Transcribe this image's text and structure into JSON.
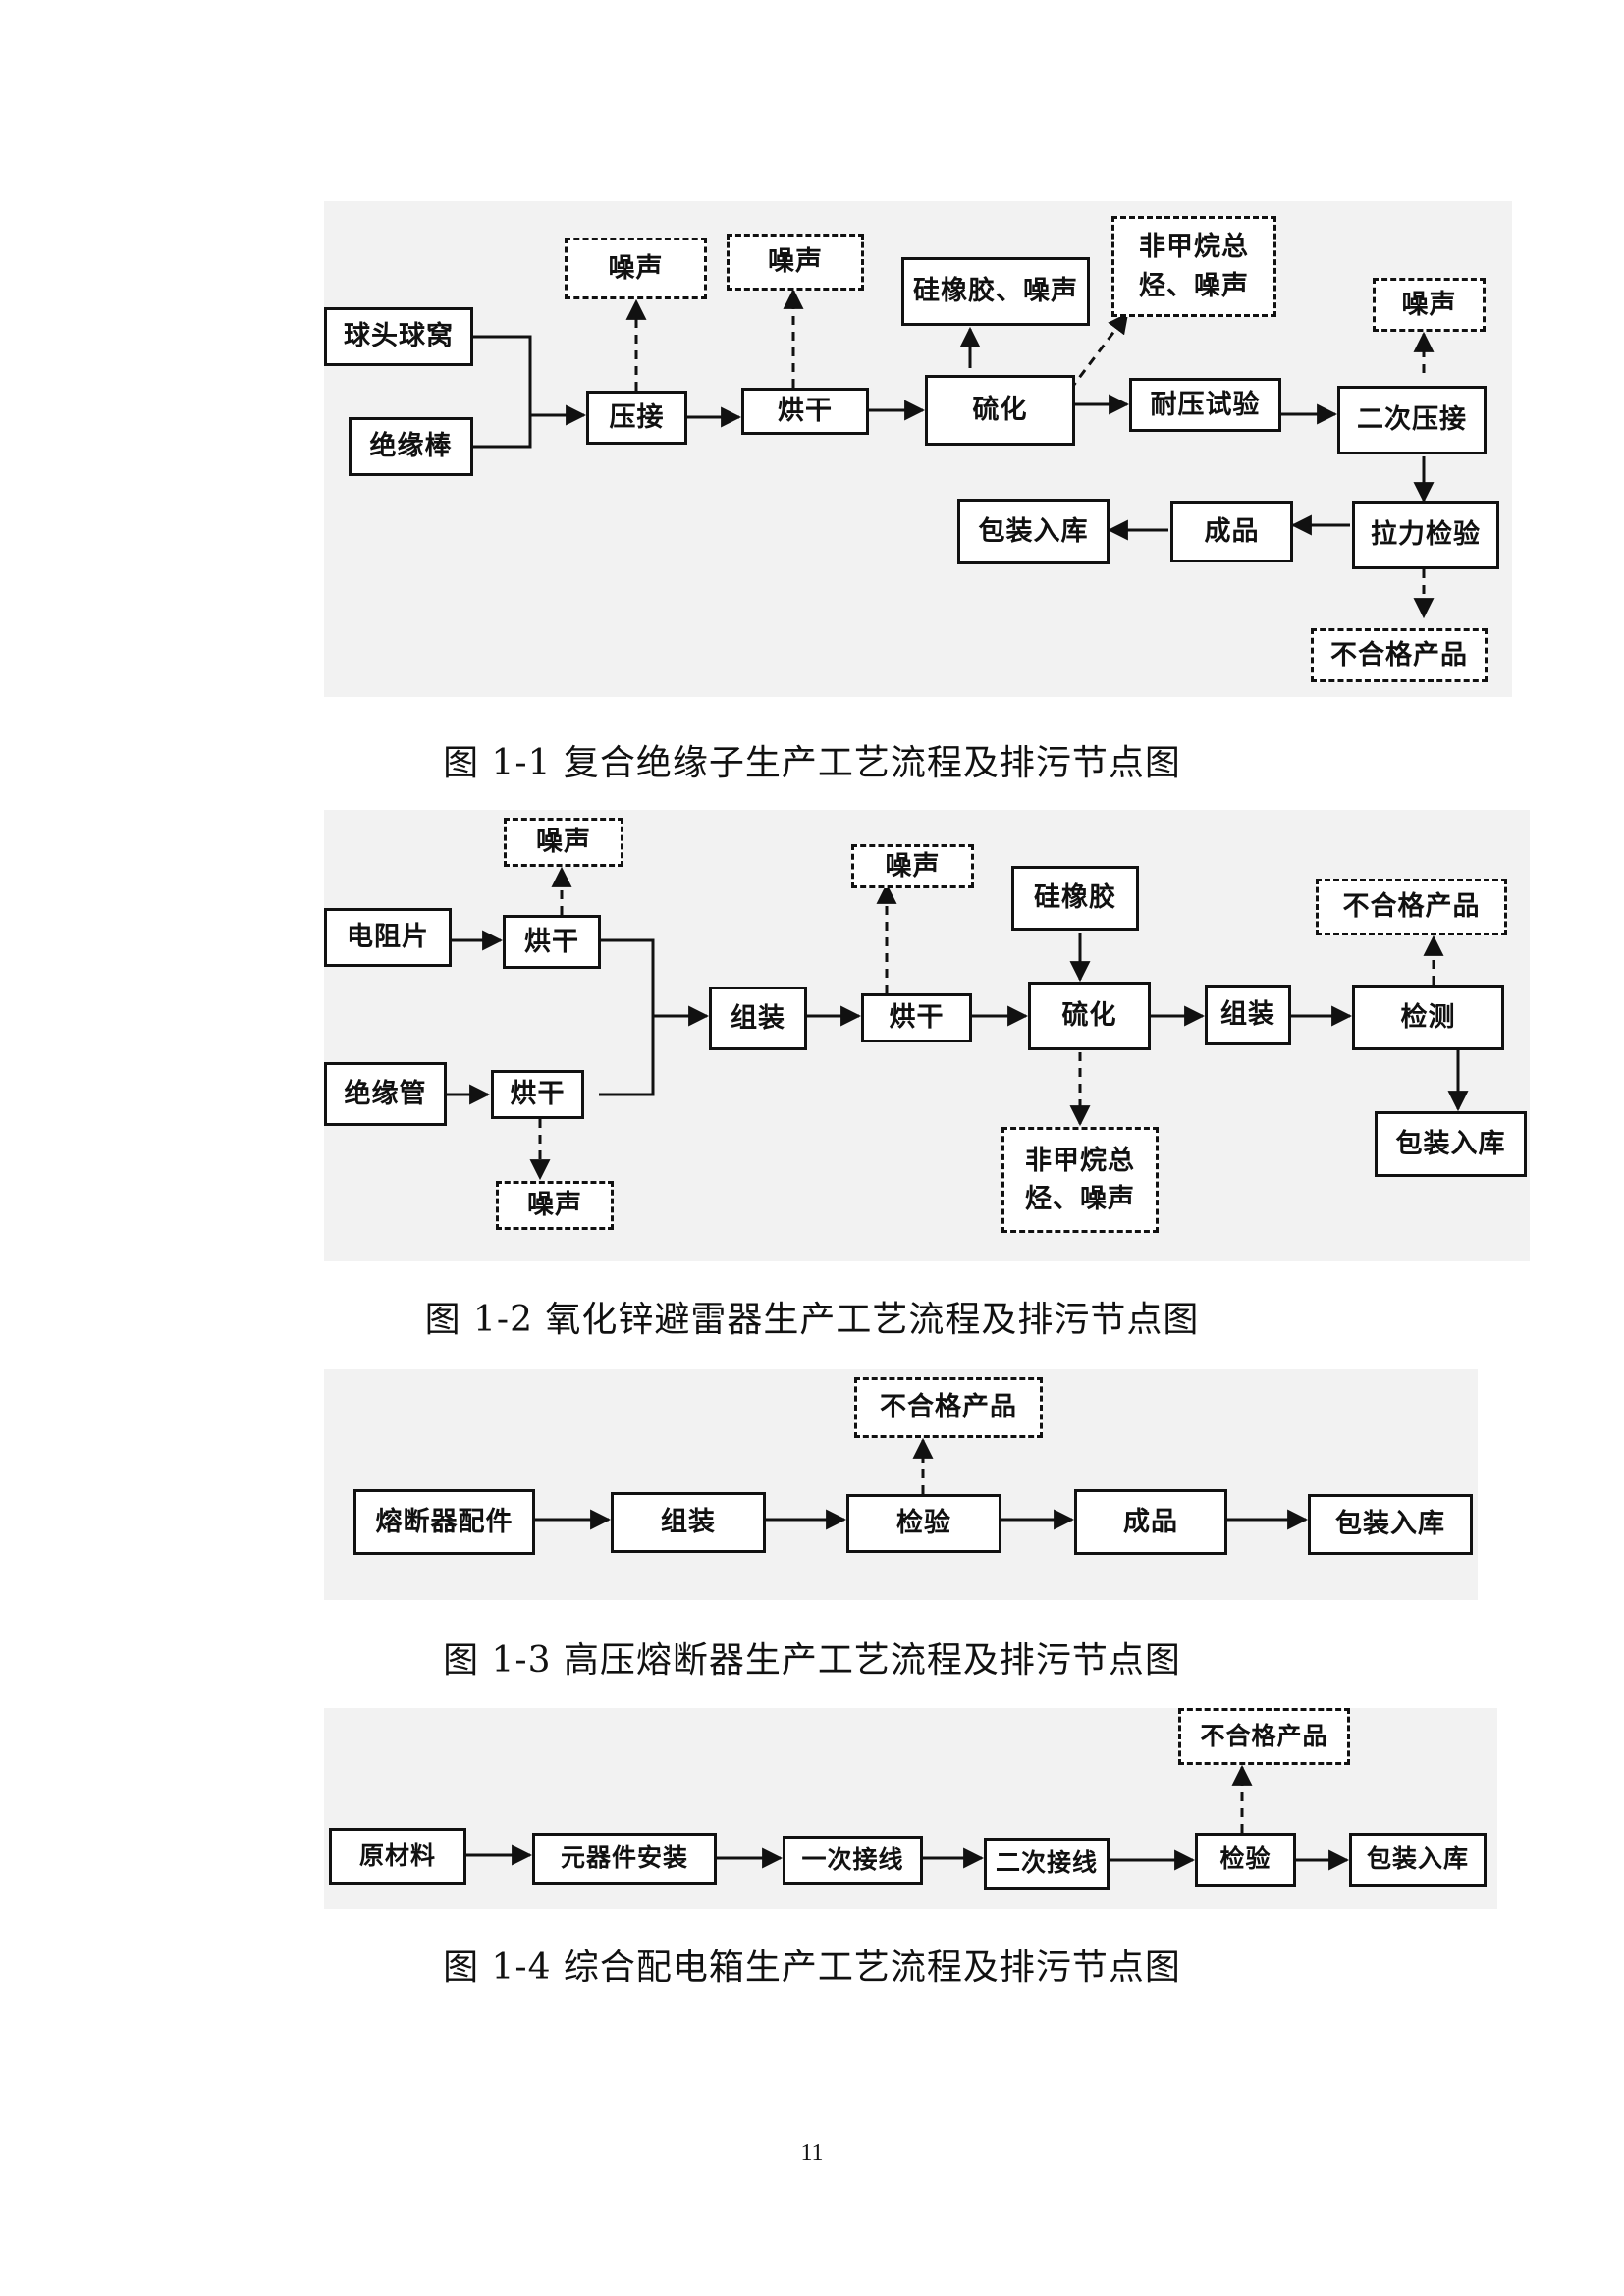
{
  "fig1": {
    "raw1": "球头球窝",
    "raw2": "绝缘棒",
    "press": "压接",
    "dry": "烘干",
    "cure": "硫化",
    "hv_test": "耐压试验",
    "press2": "二次压接",
    "tensile": "拉力检验",
    "product": "成品",
    "pack": "包装入库",
    "noise_press": "噪声",
    "noise_dry": "噪声",
    "rubber_noise": "硅橡胶、噪声",
    "nmhc_noise_l1": "非甲烷总",
    "nmhc_noise_l2": "烃、噪声",
    "noise_press2": "噪声",
    "reject": "不合格产品",
    "caption": "图 1-1  复合绝缘子生产工艺流程及排污节点图"
  },
  "fig2": {
    "raw1": "电阻片",
    "raw2": "绝缘管",
    "dry1": "烘干",
    "dry2": "烘干",
    "assemble1": "组装",
    "dry3": "烘干",
    "cure": "硫化",
    "assemble2": "组装",
    "inspect": "检测",
    "pack": "包装入库",
    "noise1": "噪声",
    "noise2": "噪声",
    "noise3": "噪声",
    "rubber": "硅橡胶",
    "nmhc_noise_l1": "非甲烷总",
    "nmhc_noise_l2": "烃、噪声",
    "reject": "不合格产品",
    "caption": "图 1-2  氧化锌避雷器生产工艺流程及排污节点图"
  },
  "fig3": {
    "raw": "熔断器配件",
    "assemble": "组装",
    "inspect": "检验",
    "product": "成品",
    "pack": "包装入库",
    "reject": "不合格产品",
    "caption": "图 1-3  高压熔断器生产工艺流程及排污节点图"
  },
  "fig4": {
    "raw": "原材料",
    "install": "元器件安装",
    "wire1": "一次接线",
    "wire2": "二次接线",
    "inspect": "检验",
    "pack": "包装入库",
    "reject": "不合格产品",
    "caption": "图 1-4  综合配电箱生产工艺流程及排污节点图"
  },
  "page_number": "11"
}
